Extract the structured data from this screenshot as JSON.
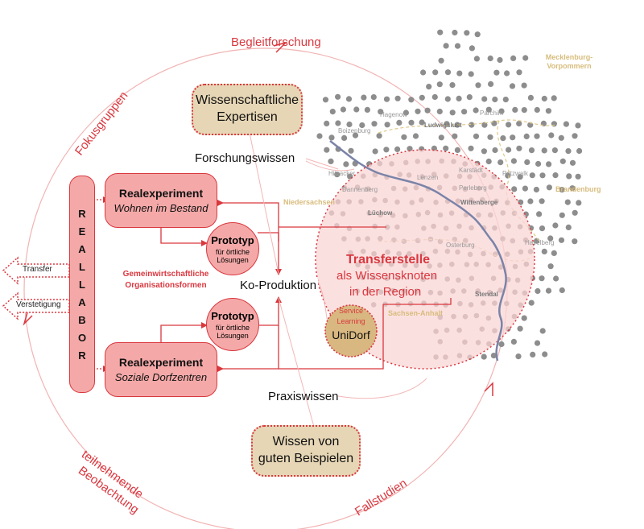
{
  "colors": {
    "accent_red": "#d9383f",
    "box_pink": "#f4a9a8",
    "box_beige": "#e6d6b5",
    "map_dot": "#7d7d7d",
    "river": "#7a83a8",
    "border_gold": "#e0c98a"
  },
  "cycle": {
    "top": "Begleitforschung",
    "left_top": "Fokusgruppen",
    "left_bottom": [
      "teilnehmende",
      "Beobachtung"
    ],
    "bottom_right": "Fallstudien"
  },
  "reallabor": {
    "letters": [
      "R",
      "E",
      "A",
      "L",
      "L",
      "A",
      "B",
      "O",
      "R"
    ],
    "transfer": "Transfer",
    "verstetigung": "Verstetigung",
    "org_forms": [
      "Gemeinwirtschaftliche",
      "Organisationsformen"
    ]
  },
  "experiments": {
    "top": {
      "title": "Realexperiment",
      "subtitle": "Wohnen im Bestand"
    },
    "bottom": {
      "title": "Realexperiment",
      "subtitle": "Soziale Dorfzentren"
    }
  },
  "prototypes": {
    "top": {
      "title": "Prototyp",
      "lines": [
        "für örtliche",
        "Lösungen"
      ]
    },
    "bottom": {
      "title": "Prototyp",
      "lines": [
        "für örtliche",
        "Lösungen"
      ]
    }
  },
  "knowledge": {
    "expertise": [
      "Wissenschaftliche",
      "Expertisen"
    ],
    "research": "Forschungswissen",
    "coproduction": "Ko-Produktion",
    "practice": "Praxiswissen",
    "examples": [
      "Wissen von",
      "guten Beispielen"
    ]
  },
  "transfer_hub": {
    "title": "Transferstelle",
    "lines": [
      "als Wissensknoten",
      "in der Region"
    ]
  },
  "unidorf": {
    "small": [
      "Service",
      "Learning"
    ],
    "name": "UniDorf"
  },
  "map": {
    "regions": {
      "mv": [
        "Mecklenburg-",
        "Vorpommern"
      ],
      "brandenburg": "Brandenburg",
      "niedersachsen": "Niedersachsen",
      "sachsen_anhalt": "Sachsen-Anhalt"
    },
    "towns": [
      "Hagenow",
      "Parchim",
      "Ludwigslust",
      "Boizenburg",
      "Karstädt",
      "Hitzacker",
      "Pritzwalk",
      "Lenzen",
      "Dannenberg",
      "Perleberg",
      "Lüchow",
      "Wittenberge",
      "Osterburg",
      "Havelberg",
      "Stendal"
    ]
  }
}
